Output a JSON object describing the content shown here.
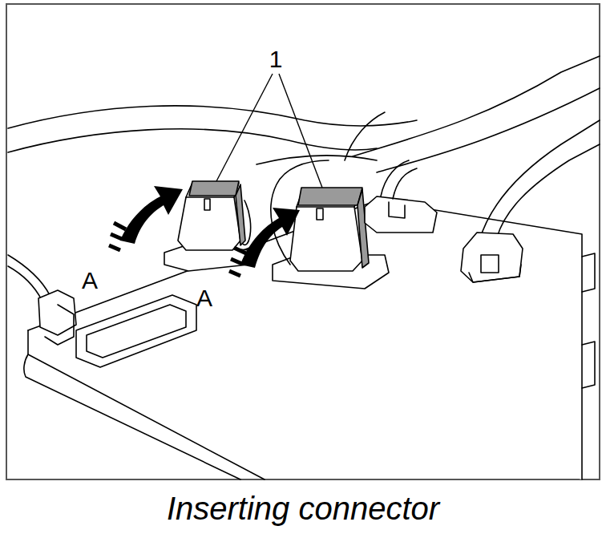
{
  "diagram": {
    "caption": "Inserting connector",
    "labels": [
      "1",
      "A",
      "A"
    ]
  }
}
